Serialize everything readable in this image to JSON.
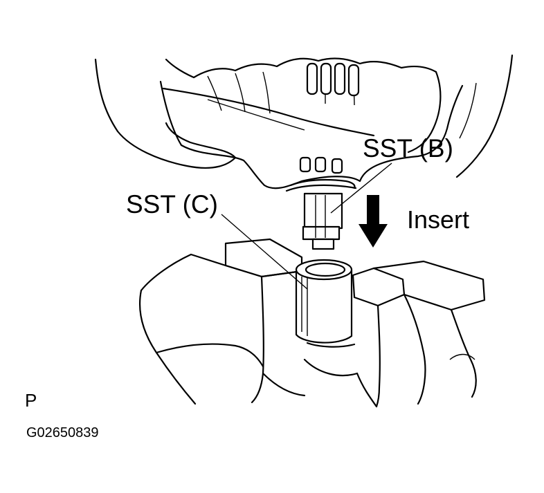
{
  "labels": {
    "sst_b": "SST (B)",
    "sst_c": "SST (C)",
    "insert": "Insert",
    "corner_mark": "P",
    "figure_code": "G02650839"
  },
  "colors": {
    "ink": "#000000",
    "paper": "#ffffff"
  },
  "icons": {
    "arrow": "down-arrow-icon"
  }
}
